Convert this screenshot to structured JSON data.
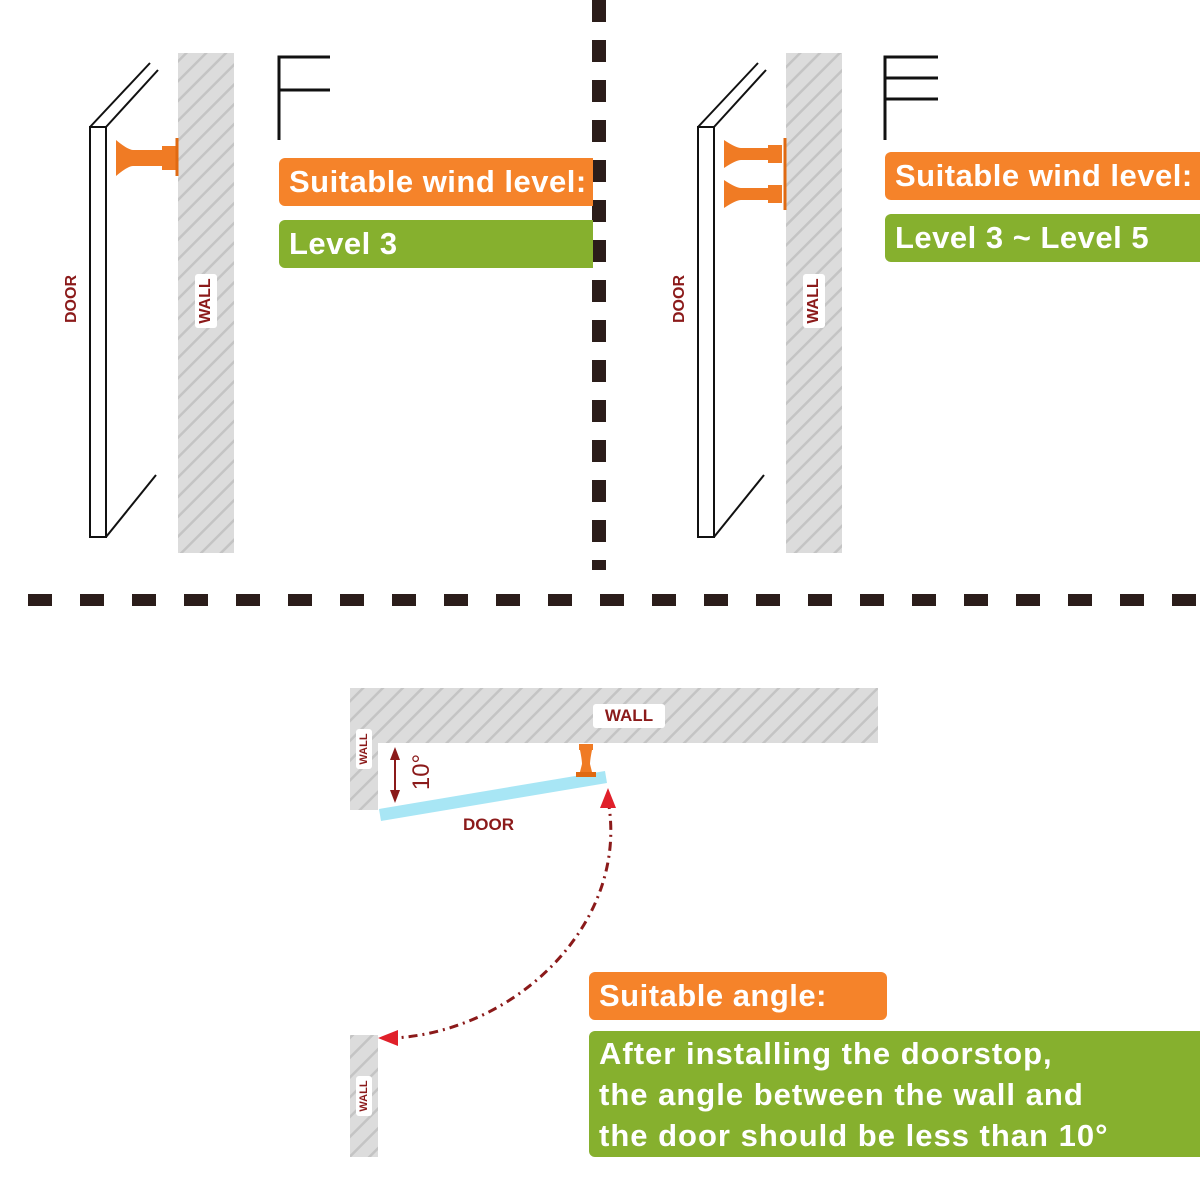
{
  "panel_left": {
    "wind_title": "Suitable wind level:",
    "wind_value": "Level 3",
    "door_label": "DOOR",
    "wall_label": "WALL"
  },
  "panel_right": {
    "wind_title": "Suitable wind level:",
    "wind_value": "Level 3 ~ Level 5",
    "door_label": "DOOR",
    "wall_label": "WALL"
  },
  "angle_panel": {
    "top_wall_label": "WALL",
    "side_wall_label": "WALL",
    "bottom_wall_label": "WALL",
    "door_label": "DOOR",
    "angle_value": "10°",
    "title": "Suitable angle:",
    "description_lines": [
      "After installing the doorstop,",
      "the angle between the wall and",
      "the door should be less than 10°"
    ]
  },
  "colors": {
    "orange": "#f5832a",
    "green": "#86b02e",
    "dark_red": "#8b1a1a",
    "wall_gray": "#d9d9d9",
    "door_blue": "#a8e6f5",
    "divider": "#2b1d1a"
  }
}
